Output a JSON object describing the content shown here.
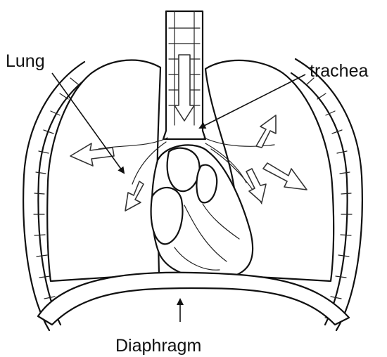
{
  "labels": {
    "lung": "Lung",
    "trachea": "trachea",
    "diaphragm": "Diaphragm"
  }
}
